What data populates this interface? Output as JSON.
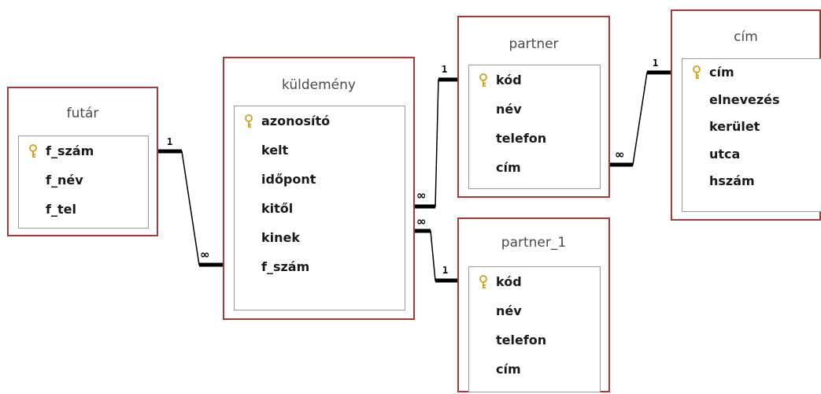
{
  "tables": {
    "futar": {
      "title": "futár",
      "fields": [
        {
          "name": "f_szám",
          "key": true
        },
        {
          "name": "f_név",
          "key": false
        },
        {
          "name": "f_tel",
          "key": false
        }
      ]
    },
    "kuldemeny": {
      "title": "küldemény",
      "fields": [
        {
          "name": "azonosító",
          "key": true
        },
        {
          "name": "kelt",
          "key": false
        },
        {
          "name": "időpont",
          "key": false
        },
        {
          "name": "kitől",
          "key": false
        },
        {
          "name": "kinek",
          "key": false
        },
        {
          "name": "f_szám",
          "key": false
        }
      ]
    },
    "partner": {
      "title": "partner",
      "fields": [
        {
          "name": "kód",
          "key": true
        },
        {
          "name": "név",
          "key": false
        },
        {
          "name": "telefon",
          "key": false
        },
        {
          "name": "cím",
          "key": false
        }
      ]
    },
    "partner_1": {
      "title": "partner_1",
      "fields": [
        {
          "name": "kód",
          "key": true
        },
        {
          "name": "név",
          "key": false
        },
        {
          "name": "telefon",
          "key": false
        },
        {
          "name": "cím",
          "key": false
        }
      ]
    },
    "cim": {
      "title": "cím",
      "fields": [
        {
          "name": "cím",
          "key": true
        },
        {
          "name": "elnevezés",
          "key": false
        },
        {
          "name": "kerület",
          "key": false
        },
        {
          "name": "utca",
          "key": false
        },
        {
          "name": "hszám",
          "key": false
        }
      ]
    }
  },
  "relationships": [
    {
      "from": "futár.f_szám",
      "to": "küldemény.f_szám",
      "one_label": "1",
      "many_label": "∞"
    },
    {
      "from": "partner.kód",
      "to": "küldemény.kitől",
      "one_label": "1",
      "many_label": "∞"
    },
    {
      "from": "partner_1.kód",
      "to": "küldemény.kinek",
      "one_label": "1",
      "many_label": "∞"
    },
    {
      "from": "cím.cím",
      "to": "partner.cím",
      "one_label": "1",
      "many_label": "∞"
    }
  ],
  "colors": {
    "table_border": "#a63a3a",
    "field_list_border": "#9a9a9a",
    "relation_line": "#000000",
    "key_icon": "#d4a62a"
  },
  "icons": {
    "primary_key": "key-icon"
  }
}
